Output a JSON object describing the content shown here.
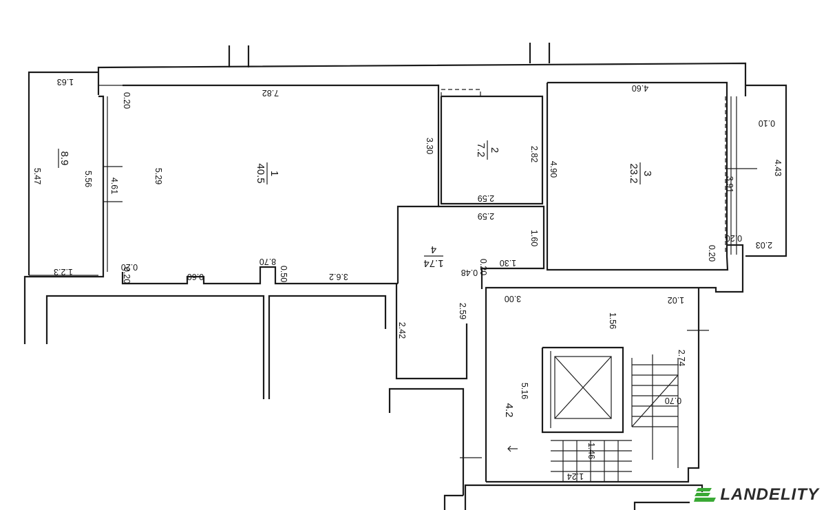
{
  "rooms": [
    {
      "number": "1",
      "area": "40.5"
    },
    {
      "number": "2",
      "area": "7.2"
    },
    {
      "number": "3",
      "area": "23.2"
    },
    {
      "number": "4",
      "area": "1.74"
    },
    {
      "number": "",
      "area": "8.9"
    }
  ],
  "stair_area": "4.2",
  "dims": {
    "d_163": "1.63",
    "d_547": "5.47",
    "d_556": "5.56",
    "d_461": "4.61",
    "d_529": "5.29",
    "d_782": "7.82",
    "d_330": "3.30",
    "d_020a": "0.20",
    "d_123": "1.2.3",
    "d_020b": "0.20",
    "d_020c": "0.20",
    "d_060": "0.60",
    "d_870": "8.70",
    "d_050": "0.50",
    "d_362": "3.6.2",
    "d_282": "2.82",
    "d_259a": "2.59",
    "d_259b": "2.59",
    "d_490": "4.90",
    "d_460": "4.60",
    "d_010": "0.10",
    "d_443": "4.43",
    "d_391": "3.91",
    "d_020d": "0.20",
    "d_020e": "0.20",
    "d_203": "2.03",
    "d_160": "1.60",
    "d_130": "1.30",
    "d_048": "0.48",
    "d_020f": "0.20",
    "d_259c": "2.59",
    "d_242": "2.42",
    "d_003": "3.00",
    "d_102": "1.02",
    "d_156": "1.56",
    "d_274": "2.74",
    "d_516": "5.16",
    "d_070": "0.70",
    "d_146": "1.46",
    "d_124": "1.24"
  },
  "brand": {
    "name": "LANDELITY",
    "color": "#3aa935"
  }
}
